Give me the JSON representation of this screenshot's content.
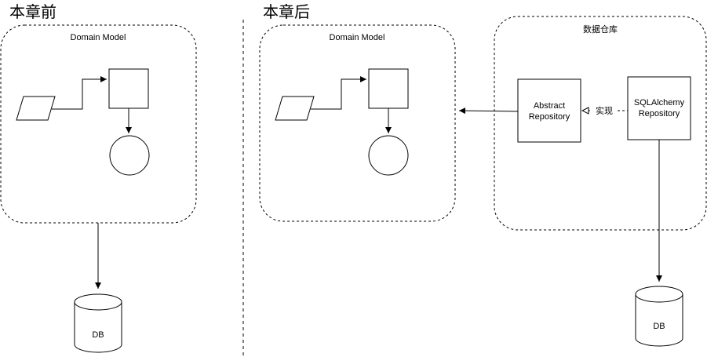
{
  "sections": {
    "before_title": "本章前",
    "after_title": "本章后"
  },
  "groups": {
    "before_domain": "Domain Model",
    "after_domain": "Domain Model",
    "repository": "数据仓库"
  },
  "nodes": {
    "abstract_repo_line1": "Abstract",
    "abstract_repo_line2": "Repository",
    "sqlalchemy_repo_line1": "SQLAlchemy",
    "sqlalchemy_repo_line2": "Repository",
    "db_before": "DB",
    "db_after": "DB"
  },
  "edges": {
    "implements": "实现"
  },
  "colors": {
    "stroke": "#000000",
    "background": "#ffffff"
  }
}
